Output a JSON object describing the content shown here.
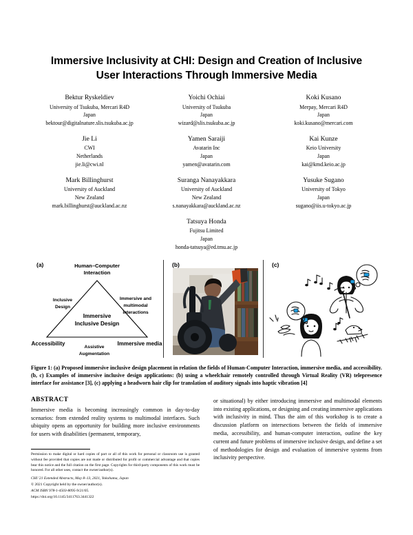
{
  "paper": {
    "title": "Immersive Inclusivity at CHI: Design and Creation of Inclusive User Interactions Through Immersive Media",
    "authors": [
      {
        "name": "Bektur Ryskeldiev",
        "affiliation": "University of Tsukuba, Mercari R4D",
        "country": "Japan",
        "email": "bektour@digitalnature.slis.tsukuba.ac.jp"
      },
      {
        "name": "Yoichi Ochiai",
        "affiliation": "University of Tsukuba",
        "country": "Japan",
        "email": "wizard@slis.tsukuba.ac.jp"
      },
      {
        "name": "Koki Kusano",
        "affiliation": "Merpay, Mercari R4D",
        "country": "Japan",
        "email": "koki.kusano@mercari.com"
      },
      {
        "name": "Jie Li",
        "affiliation": "CWI",
        "country": "Netherlands",
        "email": "jie.li@cwi.nl"
      },
      {
        "name": "Yamen Saraiji",
        "affiliation": "Avatarin Inc",
        "country": "Japan",
        "email": "yamen@avatarin.com"
      },
      {
        "name": "Kai Kunze",
        "affiliation": "Keio University",
        "country": "Japan",
        "email": "kai@kmd.keio.ac.jp"
      },
      {
        "name": "Mark Billinghurst",
        "affiliation": "University of Auckland",
        "country": "New Zealand",
        "email": "mark.billinghurst@auckland.ac.nz"
      },
      {
        "name": "Suranga Nanayakkara",
        "affiliation": "University of Auckland",
        "country": "New Zealand",
        "email": "s.nanayakkara@auckland.ac.nz"
      },
      {
        "name": "Yusuke Sugano",
        "affiliation": "University of Tokyo",
        "country": "Japan",
        "email": "sugano@iis.u-tokyo.ac.jp"
      },
      {
        "name": "Tatsuya Honda",
        "affiliation": "Fujitsu Limited",
        "country": "Japan",
        "email": "honda-tatsuya@ed.tmu.ac.jp"
      }
    ]
  },
  "figure": {
    "panels": {
      "a_label": "(a)",
      "b_label": "(b)",
      "c_label": "(c)"
    },
    "diagram": {
      "apex_top": "Human–Computer Interaction",
      "corner_left": "Accessibility",
      "corner_right": "Immersive media",
      "edge_left": "Inclusive Design",
      "edge_right": "Immersive and multimodal interactions",
      "edge_bottom": "Assistive Augmentation",
      "center": "Immersive Inclusive Design"
    },
    "caption": "Figure 1: (a) Proposed immersive inclusive design placement in relation the fields of Human-Computer Interaction, immersive media, and accessibility. (b, c) Examples of immersive inclusive design applications: (b) using a wheelchair remotely controlled through Virtual Reality (VR) telepresence interface for assistance [3], (c) applying a headworn hair clip for translation of auditory signals into haptic vibration [4]"
  },
  "abstract": {
    "heading": "ABSTRACT",
    "left_text": "Immersive media is becoming increasingly common in day-to-day scenarios: from extended reality systems to multimodal interfaces. Such ubiquity opens an opportunity for building more inclusive environments for users with disabilities (permanent, temporary,",
    "right_text": "or situational) by either introducing immersive and multimodal elements into existing applications, or designing and creating immersive applications with inclusivity in mind. Thus the aim of this workshop is to create a discussion platform on intersections between the fields of immersive media, accessibility, and human-computer interaction, outline the key current and future problems of immersive inclusive design, and define a set of methodologies for design and evaluation of immersive systems from inclusivity perspective."
  },
  "footer": {
    "permission": "Permission to make digital or hard copies of part or all of this work for personal or classroom use is granted without fee provided that copies are not made or distributed for profit or commercial advantage and that copies bear this notice and the full citation on the first page. Copyrights for third-party components of this work must be honored. For all other uses, contact the owner/author(s).",
    "venue": "CHI '21 Extended Abstracts, May 8–13, 2021, Yokohama, Japan",
    "copyright": "© 2021 Copyright held by the owner/author(s).",
    "isbn": "ACM ISBN 978-1-4503-8095-9/21/05.",
    "doi": "https://doi.org/10.1145/3411763.3441322"
  },
  "colors": {
    "text": "#000000",
    "page_background": "#ffffff",
    "accent_clip": "#1e9ee0"
  }
}
